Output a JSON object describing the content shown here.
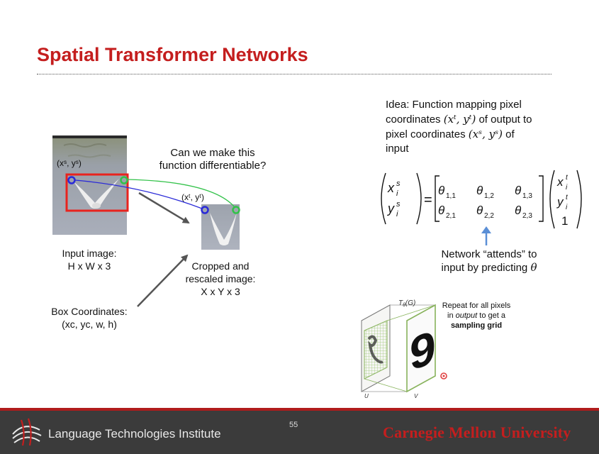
{
  "slide": {
    "title": "Spatial Transformer Networks",
    "page_number": "55"
  },
  "left_diagram": {
    "question_line1": "Can we make this",
    "question_line2": "function differentiable?",
    "source_coord_label": "(xˢ, yˢ)",
    "target_coord_label": "(xᵗ, yᵗ)",
    "input_label_line1": "Input image:",
    "input_label_line2": "H x W x 3",
    "output_label_line1": "Cropped and",
    "output_label_line2": "rescaled image:",
    "output_label_line3": "X x Y x 3",
    "box_label_line1": "Box Coordinates:",
    "box_label_line2": "(xc, yc, w, h)"
  },
  "right_panel": {
    "idea_line1": "Idea: Function mapping pixel",
    "idea_line2_pre": "coordinates ",
    "idea_line2_math": "(xᵗ, yᵗ)",
    "idea_line2_post": " of output to",
    "idea_line3_pre": "pixel coordinates ",
    "idea_line3_math": "(xˢ, yˢ)",
    "idea_line3_post": " of",
    "idea_line4": "input",
    "attends_line1": "Network “attends” to",
    "attends_line2_pre": "input by predicting ",
    "attends_line2_math": "θ"
  },
  "equation": {
    "lhs_top": "x",
    "lhs_top_sub": "i",
    "lhs_top_sup": "s",
    "lhs_bottom": "y",
    "lhs_bottom_sub": "i",
    "lhs_bottom_sup": "s",
    "equals": "=",
    "theta": "θ",
    "theta_subs": [
      "1,1",
      "1,2",
      "1,3",
      "2,1",
      "2,2",
      "2,3"
    ],
    "rhs_top": "x",
    "rhs_top_sub": "i",
    "rhs_top_sup": "t",
    "rhs_mid": "y",
    "rhs_mid_sub": "i",
    "rhs_mid_sup": "t",
    "rhs_bottom": "1"
  },
  "sampling_figure": {
    "grid_label": "T",
    "grid_label_sub": "θ",
    "grid_label_arg": "(G)",
    "repeat_line1": "Repeat for all pixels",
    "repeat_line2_pre": "in ",
    "repeat_line2_em": "output",
    "repeat_line2_post": " to get a",
    "repeat_line3": "sampling grid",
    "u_label": "U",
    "v_label": "V",
    "digit": "9"
  },
  "footer": {
    "institute": "Language Technologies Institute",
    "university": "Carnegie Mellon University"
  },
  "colors": {
    "title": "#c41e1e",
    "box": "#e8231e",
    "source_marker": "#2a2ad8",
    "target_marker": "#33c24a",
    "attend_arrow": "#5b8fd6",
    "footer_bg": "#3b3b3b",
    "footer_accent": "#b01c1c"
  }
}
